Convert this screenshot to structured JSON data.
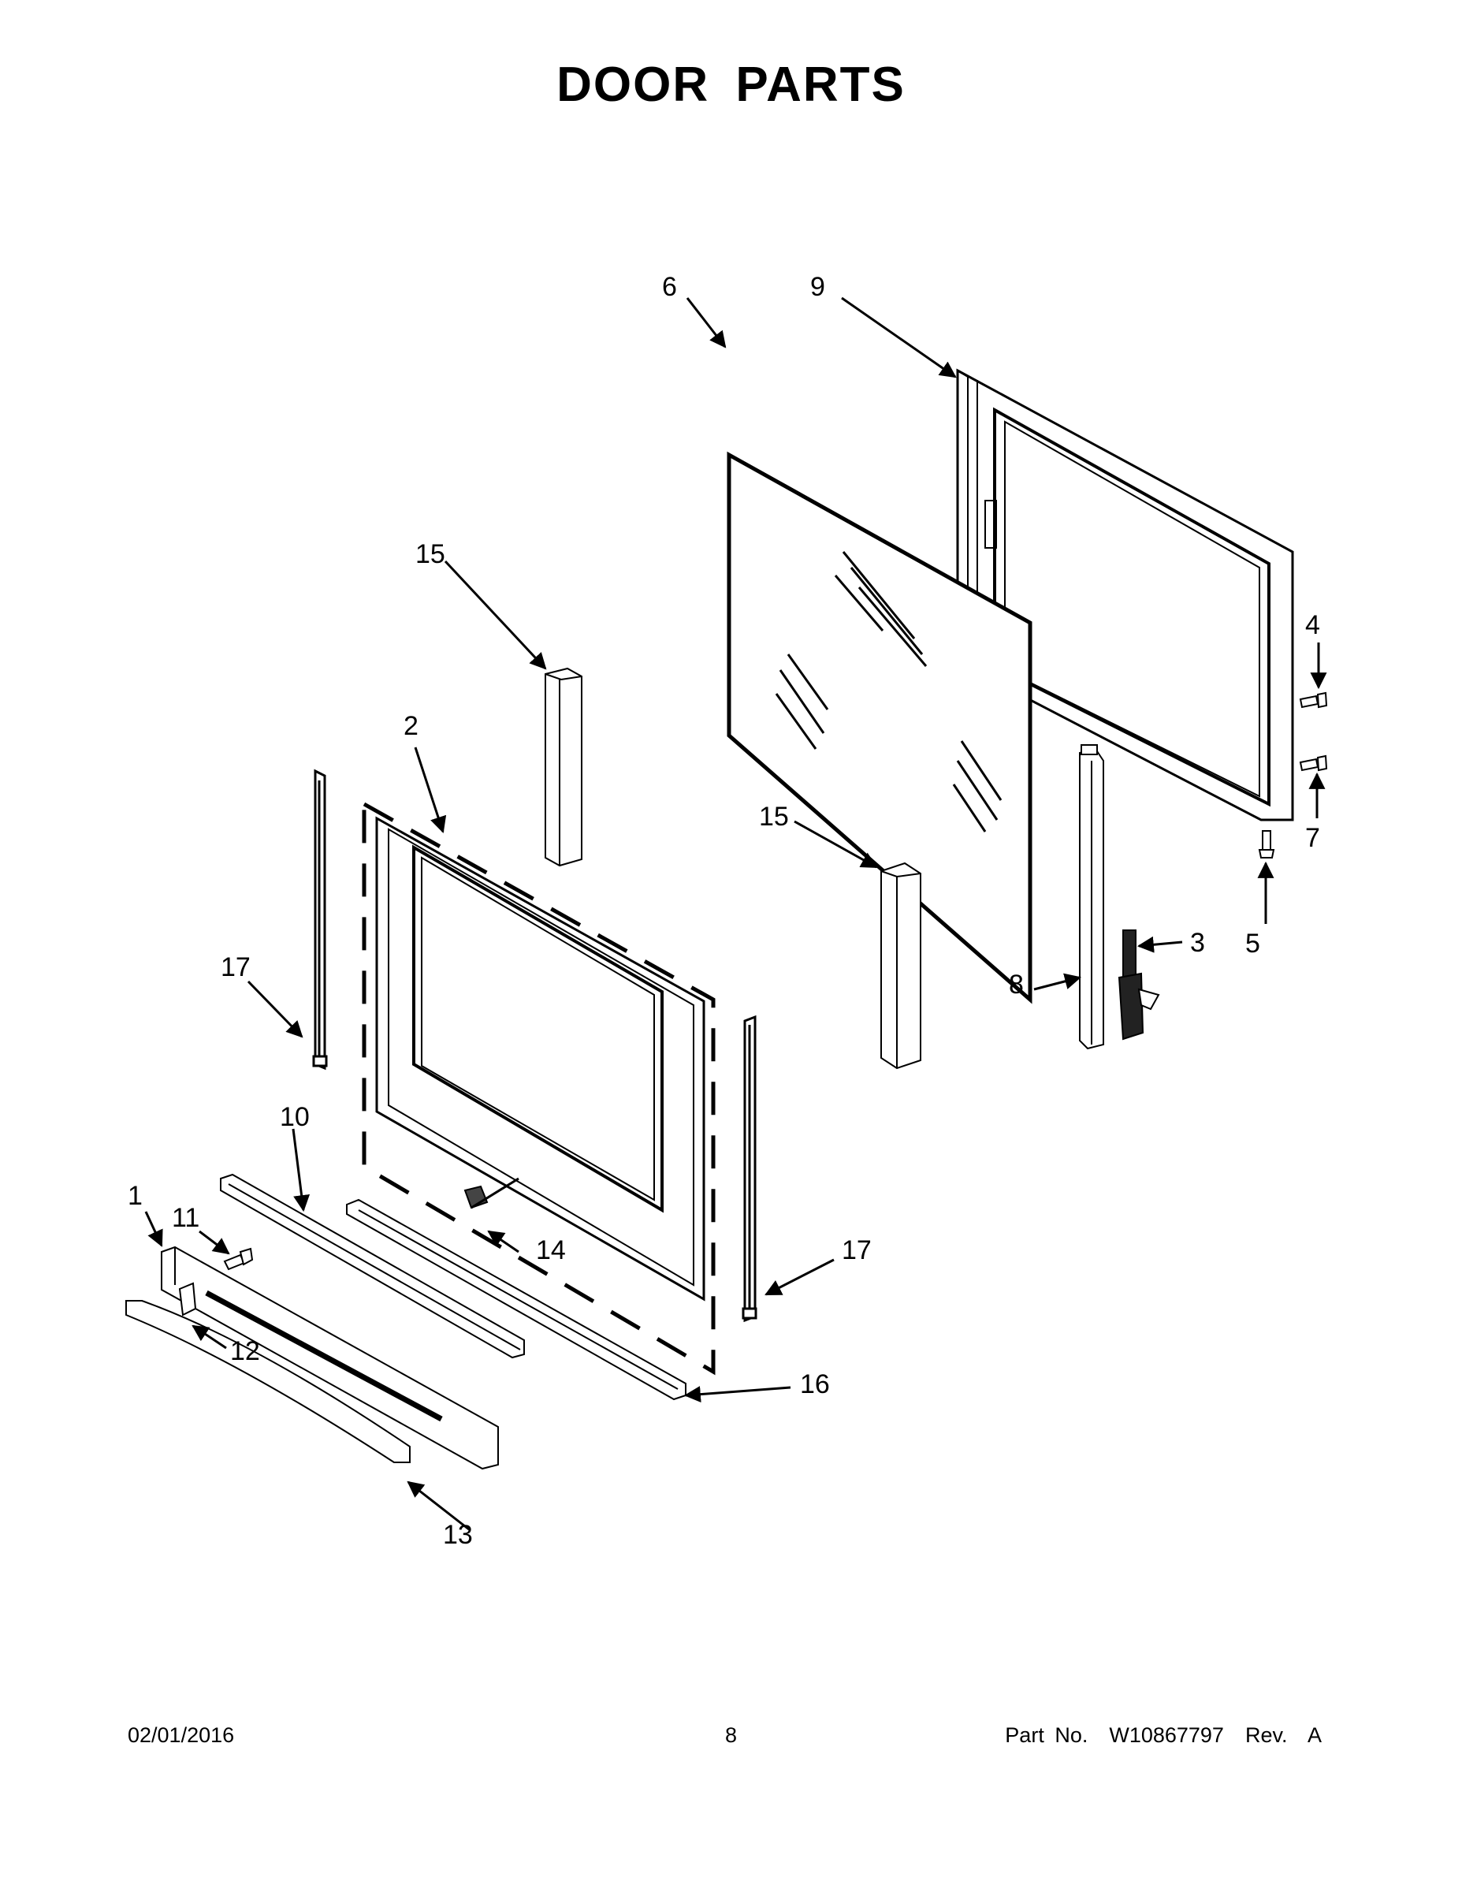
{
  "page": {
    "title": "DOOR PARTS"
  },
  "callouts": {
    "c1": "1",
    "c2": "2",
    "c3": "3",
    "c4": "4",
    "c5": "5",
    "c6": "6",
    "c7": "7",
    "c8": "8",
    "c9": "9",
    "c10": "10",
    "c11": "11",
    "c12": "12",
    "c13": "13",
    "c14": "14",
    "c15a": "15",
    "c15b": "15",
    "c16": "16",
    "c17a": "17",
    "c17b": "17"
  },
  "footer": {
    "date": "02/01/2016",
    "page_number": "8",
    "part_number": "Part No.  W10867797  Rev.  A"
  }
}
